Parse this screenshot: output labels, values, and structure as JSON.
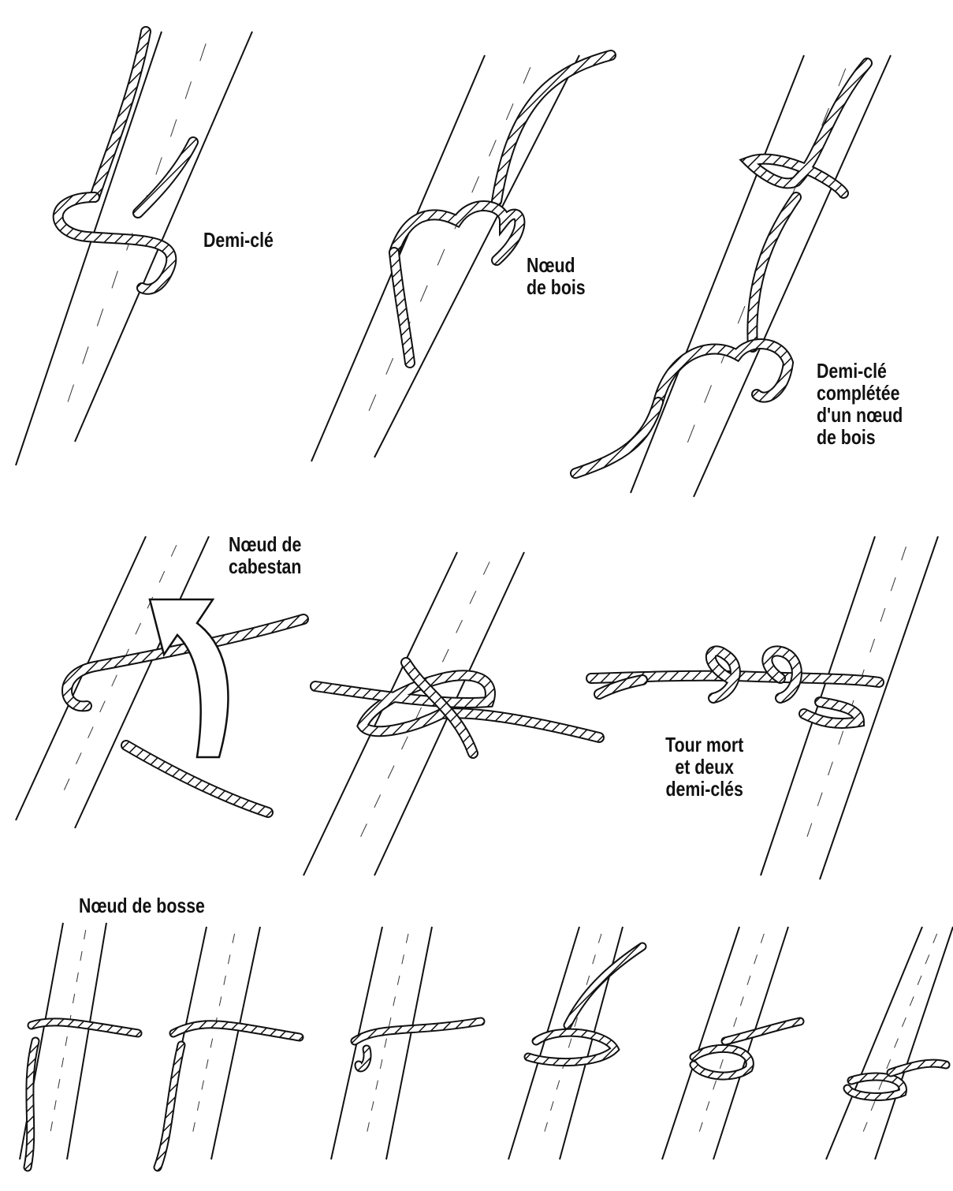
{
  "labels": {
    "demi_cle": "Demi-clé",
    "noeud_de_bois": "Nœud\nde bois",
    "demi_cle_completee": "Demi-clé\ncomplétée\nd'un nœud\nde bois",
    "noeud_de_cabestan": "Nœud de\ncabestan",
    "tour_mort": "Tour mort\net deux\ndemi-clés",
    "noeud_de_bosse": "Nœud de bosse"
  },
  "colors": {
    "ink": "#111111",
    "paper": "#ffffff"
  }
}
